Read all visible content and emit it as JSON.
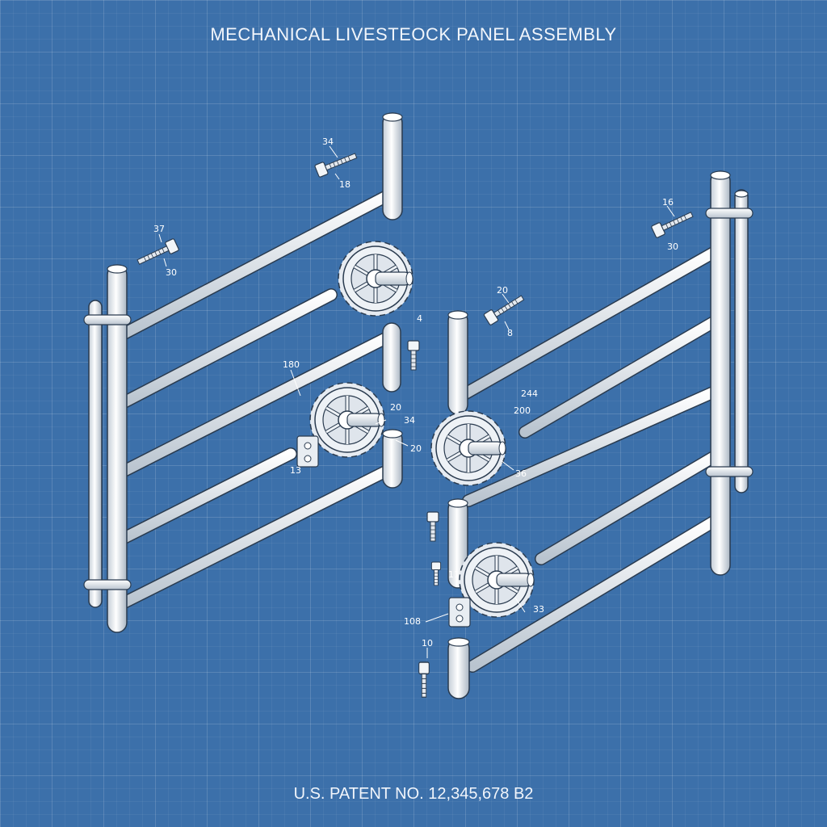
{
  "title": "MECHANICAL LIVESTEOCK PANEL ASSEMBLY",
  "footer": "U.S. PATENT NO. 12,345,678 B2",
  "callouts": {
    "c34": "34",
    "c18a": "18",
    "c37": "37",
    "c30a": "30",
    "c4": "4",
    "c180": "180",
    "c20a": "20",
    "c34b": "34",
    "c20b": "20",
    "c13": "13",
    "c16": "16",
    "c30b": "30",
    "c20c": "20",
    "c8": "8",
    "c244": "244",
    "c200": "200",
    "c36": "36",
    "c11": "11",
    "c108": "108",
    "c33": "33",
    "c10": "10"
  },
  "colors": {
    "background": "#3c70aa",
    "line": "#ffffff",
    "metal": "#eef2f6",
    "shade": "#b8c4d0"
  }
}
